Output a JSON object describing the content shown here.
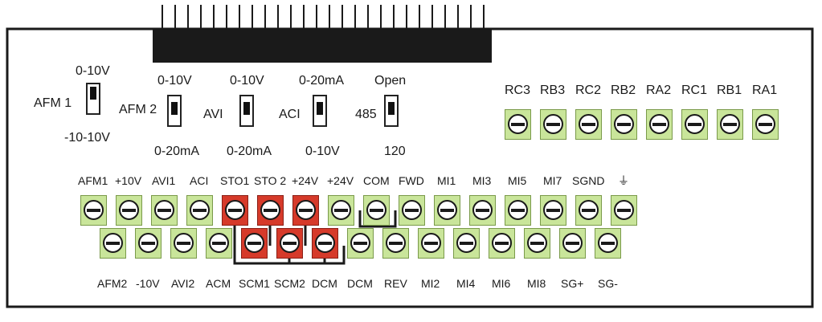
{
  "switches": {
    "afm1": {
      "name": "AFM 1",
      "top": "0-10V",
      "bottom": "-10-10V"
    },
    "afm2": {
      "name": "AFM 2",
      "top": "0-10V",
      "bottom": "0-20mA"
    },
    "avi": {
      "name": "AVI",
      "top": "0-10V",
      "bottom": "0-20mA"
    },
    "aci": {
      "name": "ACI",
      "top": "0-20mA",
      "bottom": "0-10V"
    },
    "rs485": {
      "name": "485",
      "top": "Open",
      "bottom": "120"
    }
  },
  "relay_labels": [
    "RC3",
    "RB3",
    "RC2",
    "RB2",
    "RA2",
    "RC1",
    "RB1",
    "RA1"
  ],
  "top_row_labels": [
    "AFM1",
    "+10V",
    "AVI1",
    "ACI",
    "STO1",
    "STO 2",
    "+24V",
    "+24V",
    "COM",
    "FWD",
    "MI1",
    "MI3",
    "MI5",
    "MI7",
    "SGND",
    "⏚"
  ],
  "bottom_row_labels": [
    "AFM2",
    "-10V",
    "AVI2",
    "ACM",
    "SCM1",
    "SCM2",
    "DCM",
    "DCM",
    "REV",
    "MI2",
    "MI4",
    "MI6",
    "MI8",
    "SG+",
    "SG-"
  ],
  "colors": {
    "terminal": "#c9e59a",
    "safety_terminal": "#d63a2a",
    "outline": "#1a1a1a"
  }
}
